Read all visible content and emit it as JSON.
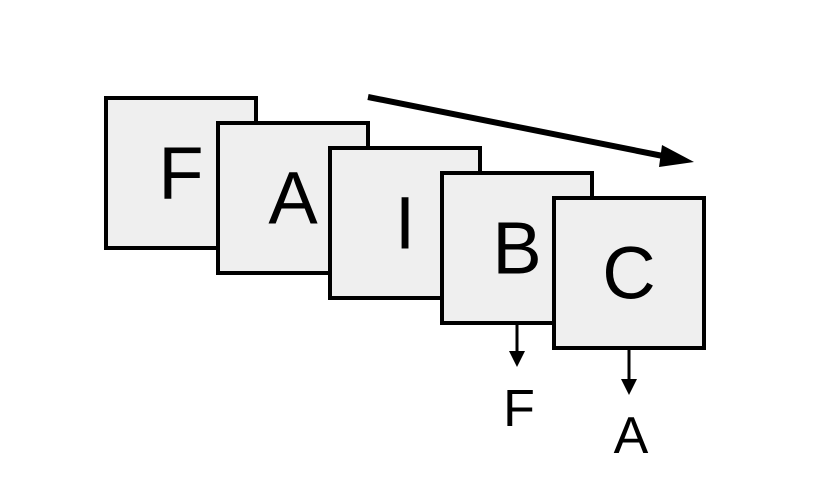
{
  "cards": [
    {
      "letter": "F"
    },
    {
      "letter": "A"
    },
    {
      "letter": "I"
    },
    {
      "letter": "B"
    },
    {
      "letter": "C"
    }
  ],
  "outputs": [
    {
      "label": "F"
    },
    {
      "label": "A"
    }
  ],
  "colors": {
    "card_fill": "#efefef",
    "stroke": "#000000",
    "background": "#ffffff"
  }
}
